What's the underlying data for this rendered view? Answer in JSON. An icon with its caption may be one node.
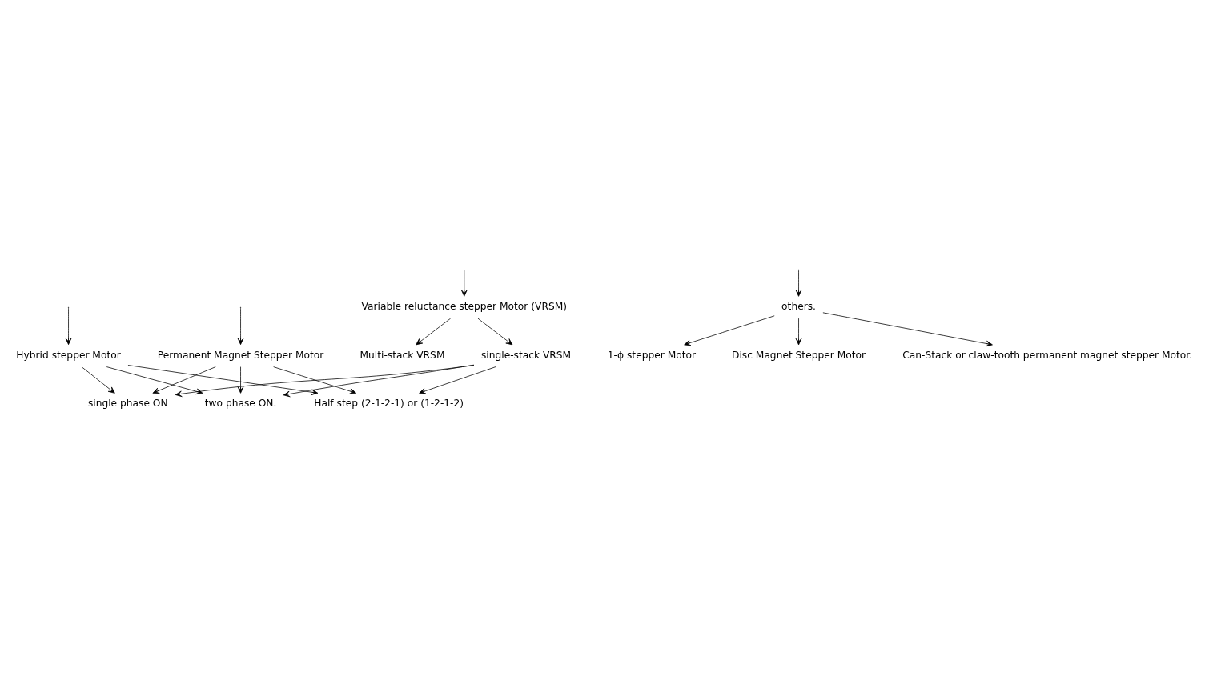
{
  "diagram": {
    "nodes": [
      {
        "text": [
          "Variable reluctance stepper Motor (VRSM)"
        ]
      },
      {
        "text": [
          "Permanent Magnet Stepper Motor"
        ]
      },
      {
        "text": [
          "Hybrid stepper Motor"
        ]
      },
      {
        "text": [
          "others."
        ]
      },
      {
        "text": [
          "Multi-stack VRSM"
        ]
      },
      {
        "text": [
          "single-stack VRSM"
        ]
      },
      {
        "text": [
          "single phase ON"
        ]
      },
      {
        "text": [
          "two phase ON."
        ]
      },
      {
        "text": [
          "Half step (2-1-2-1) or (1-2-1-2)"
        ]
      },
      {
        "text": [
          "1-ϕ stepper Motor"
        ]
      },
      {
        "text": [
          "Disc Magnet Stepper Motor"
        ]
      },
      {
        "text": [
          "Can-Stack or claw-tooth permanent magnet stepper Motor."
        ]
      }
    ],
    "edges": [
      {
        "from": null,
        "to": 0,
        "arrow": "to"
      },
      {
        "from": null,
        "to": 1,
        "arrow": "to"
      },
      {
        "from": null,
        "to": 2,
        "arrow": "to"
      },
      {
        "from": null,
        "to": 3,
        "arrow": "to"
      },
      {
        "from": 0,
        "to": 4,
        "arrow": "to"
      },
      {
        "from": 0,
        "to": 5,
        "arrow": "to"
      },
      {
        "from": 5,
        "to": 6,
        "arrow": "to"
      },
      {
        "from": 5,
        "to": 7,
        "arrow": "to"
      },
      {
        "from": 5,
        "to": 8,
        "arrow": "to"
      },
      {
        "from": 1,
        "to": 6,
        "arrow": "to"
      },
      {
        "from": 1,
        "to": 7,
        "arrow": "to"
      },
      {
        "from": 1,
        "to": 8,
        "arrow": "to"
      },
      {
        "from": 2,
        "to": 6,
        "arrow": "to"
      },
      {
        "from": 2,
        "to": 7,
        "arrow": "to"
      },
      {
        "from": 2,
        "to": 8,
        "arrow": "to"
      },
      {
        "from": 3,
        "to": 9,
        "arrow": "to"
      },
      {
        "from": 3,
        "to": 10,
        "arrow": "to"
      },
      {
        "from": 3,
        "to": 11,
        "arrow": "to"
      }
    ]
  }
}
